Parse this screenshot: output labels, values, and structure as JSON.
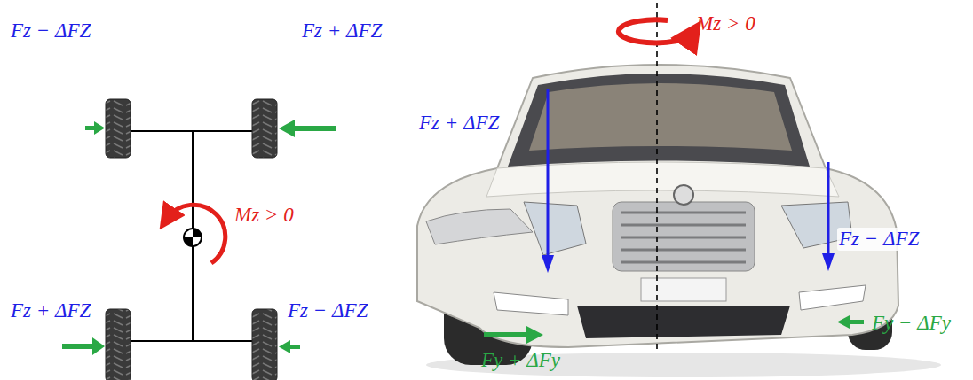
{
  "diagram": {
    "labels": [
      "Fz − ΔFZ",
      "Fz + ΔFZ",
      "Mz > 0",
      "Fz + ΔFZ",
      "Fz − ΔFZ",
      "Mz > 0",
      "Fz + ΔFZ",
      "Fz − ΔFZ",
      "Fy + ΔFy",
      "Fy − ΔFy"
    ]
  }
}
